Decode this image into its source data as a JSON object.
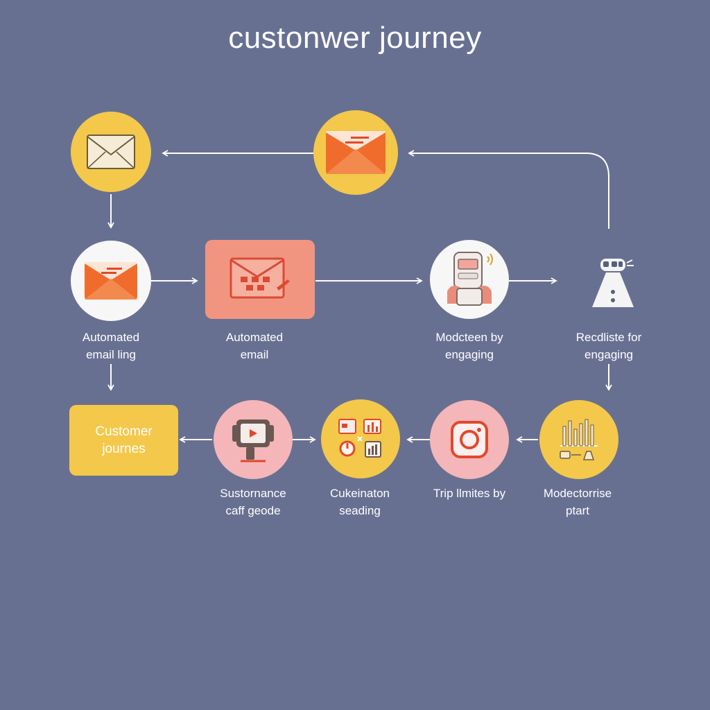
{
  "title": "custonwer journey",
  "colors": {
    "background": "#687092",
    "yellow": "#f3c84b",
    "white": "#f7f7f7",
    "salmon": "#f29580",
    "pink": "#f4b6b8",
    "orange": "#f06c2c",
    "arrow": "#ffffff"
  },
  "nodes": {
    "top_left_envelope": {
      "icon": "envelope-outline-icon"
    },
    "top_center_email": {
      "icon": "orange-mail-icon"
    },
    "automated_emailing": {
      "icon": "orange-mail-icon",
      "label_line1": "Automated",
      "label_line2": "email ling"
    },
    "automated_email": {
      "icon": "email-calendar-icon",
      "label_line1": "Automated",
      "label_line2": "email"
    },
    "moderation_engaging": {
      "icon": "person-device-icon",
      "label_line1": "Modcteen by",
      "label_line2": "engaging"
    },
    "reclist_engaging": {
      "icon": "robot-bell-icon",
      "label_line1": "Recdliste for",
      "label_line2": "engaging"
    },
    "customer_journeys": {
      "icon": "",
      "label_line1": "Customer",
      "label_line2": "journes"
    },
    "sustornance": {
      "icon": "video-player-icon",
      "label_line1": "Sustornance",
      "label_line2": "caff geode"
    },
    "cukeinaton": {
      "icon": "dashboard-grid-icon",
      "label_line1": "Cukeinaton",
      "label_line2": "seading"
    },
    "trip_limites": {
      "icon": "instagram-icon",
      "label_line1": "Trip llmites by",
      "label_line2": ""
    },
    "modectorrise": {
      "icon": "bar-chart-icon",
      "label_line1": "Modectorrise",
      "label_line2": "ptart"
    }
  }
}
